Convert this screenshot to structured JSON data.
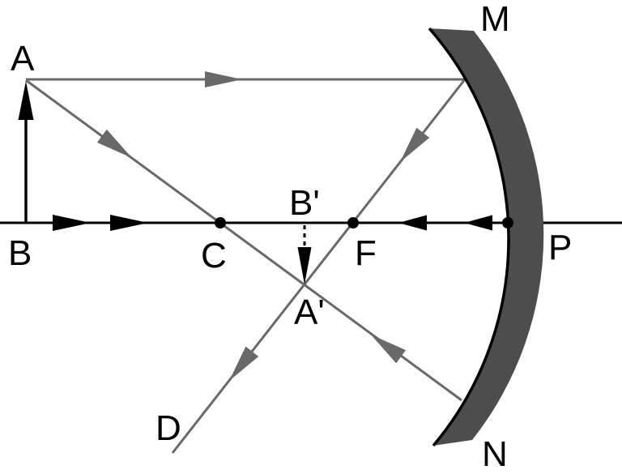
{
  "diagram": {
    "labels": {
      "object_top": "A",
      "object_base": "B",
      "center_of_curvature": "C",
      "image_base": "B'",
      "focus": "F",
      "image_top": "A'",
      "pole": "P",
      "mirror_top": "M",
      "mirror_bottom": "N",
      "ray_direction": "D"
    },
    "colors": {
      "line": "#000000",
      "ray": "#696969",
      "mirror": "#4d4d4d",
      "background": "#ffffff"
    }
  }
}
